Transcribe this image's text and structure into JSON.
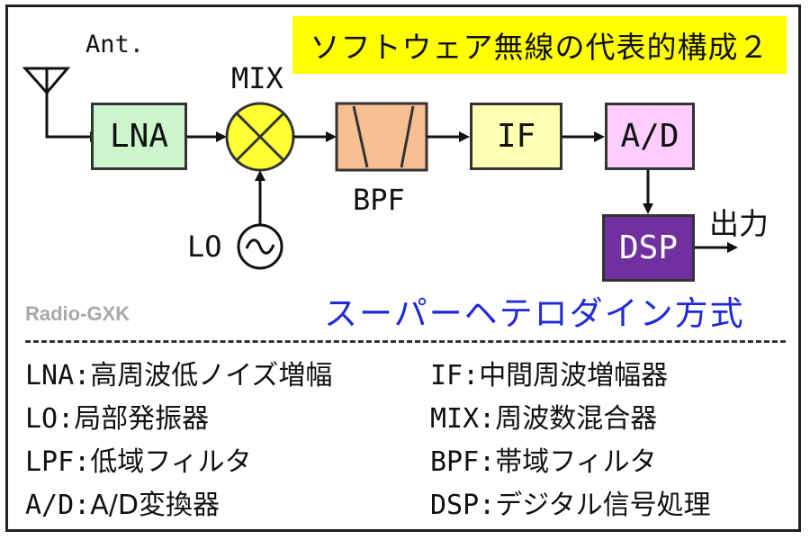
{
  "title": "ソフトウェア無線の代表的構成２",
  "antenna_label": "Ant.",
  "mixer_label": "MIX",
  "lo_label": "LO",
  "bpf_label": "BPF",
  "blocks": {
    "lna": "LNA",
    "if": "IF",
    "ad": "A/D",
    "dsp": "DSP"
  },
  "output_label": "出力",
  "watermark": "Radio-GXK",
  "method": "スーパーヘテロダイン方式",
  "legend": {
    "left": [
      {
        "abbr": "LNA:",
        "desc": "高周波低ノイズ増幅"
      },
      {
        "abbr": "LO:",
        "desc": "局部発振器"
      },
      {
        "abbr": "LPF:",
        "desc": "低域フィルタ"
      },
      {
        "abbr": "A/D:",
        "desc": "A/D変換器"
      }
    ],
    "right": [
      {
        "abbr": "IF:",
        "desc": "中間周波増幅器"
      },
      {
        "abbr": "MIX:",
        "desc": "周波数混合器"
      },
      {
        "abbr": "BPF:",
        "desc": "帯域フィルタ"
      },
      {
        "abbr": "DSP:",
        "desc": "デジタル信号処理"
      }
    ]
  },
  "colors": {
    "lna_fill": "#ccf5cc",
    "mixer_fill": "#ffff33",
    "bpf_fill": "#f7bf94",
    "if_fill": "#ffffb3",
    "ad_fill": "#ffccff",
    "dsp_fill": "#7030a0",
    "dsp_text": "#ffffff",
    "title_bg": "#ffff00",
    "method_text": "#1f29d9",
    "watermark_text": "#a9a9a9"
  }
}
